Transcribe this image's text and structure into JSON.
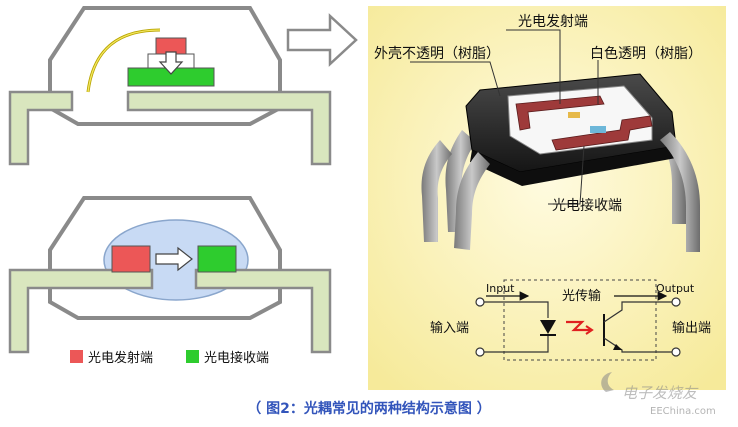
{
  "legend": {
    "emitter": {
      "label": "光电发射端",
      "color": "#ec5757"
    },
    "receiver": {
      "label": "光电接收端",
      "color": "#2ecc2e"
    }
  },
  "photo": {
    "labels": {
      "emitter_end": "光电发射端",
      "outer_shell": "外壳不透明（树脂）",
      "white_clear": "白色透明（树脂）",
      "receiver_end": "光电接收端"
    }
  },
  "schematic": {
    "input": "Input",
    "output": "Output",
    "light_transfer": "光传输",
    "input_end": "输入端",
    "output_end": "输出端"
  },
  "caption": "（ 图2：光耦常见的两种结构示意图 ）",
  "watermark": {
    "brand": "电子发烧友",
    "site": "EEChina.com"
  },
  "colors": {
    "emitter": "#ec5757",
    "receiver": "#2ecc2e",
    "lead_fill": "#d9e6be",
    "photo_bg": "#fdf6c4",
    "caption": "#3355bb"
  }
}
